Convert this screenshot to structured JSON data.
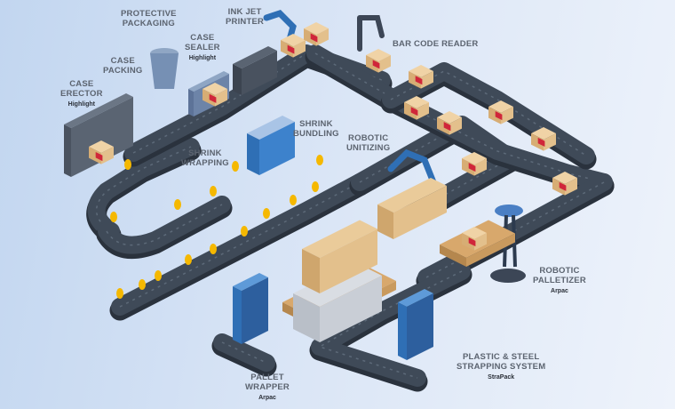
{
  "colors": {
    "conveyor_top": "#3f4a58",
    "conveyor_side": "#2a323d",
    "machine_blue": "#2f6fb5",
    "machine_gray": "#5a6472",
    "carton": "#e3c08c",
    "carton_logo": "#d0263a",
    "product": "#f5b800",
    "pallet": "#d8a86c",
    "label_text": "#5c6470"
  },
  "stations": [
    {
      "id": "protective-packaging",
      "lines": [
        "PROTECTIVE",
        "PACKAGING"
      ],
      "vendor": ""
    },
    {
      "id": "ink-jet-printer",
      "lines": [
        "INK JET",
        "PRINTER"
      ],
      "vendor": ""
    },
    {
      "id": "case-sealer",
      "lines": [
        "CASE",
        "SEALER"
      ],
      "vendor": "Highlight"
    },
    {
      "id": "case-packing",
      "lines": [
        "CASE",
        "PACKING"
      ],
      "vendor": ""
    },
    {
      "id": "case-erector",
      "lines": [
        "CASE",
        "ERECTOR"
      ],
      "vendor": "Highlight"
    },
    {
      "id": "bar-code-reader",
      "lines": [
        "BAR CODE READER"
      ],
      "vendor": ""
    },
    {
      "id": "shrink-bundling",
      "lines": [
        "SHRINK",
        "BUNDLING"
      ],
      "vendor": ""
    },
    {
      "id": "robotic-unitizing",
      "lines": [
        "ROBOTIC",
        "UNITIZING"
      ],
      "vendor": ""
    },
    {
      "id": "shrink-wrapping",
      "lines": [
        "SHRINK",
        "WRAPPING"
      ],
      "vendor": ""
    },
    {
      "id": "robotic-palletizer",
      "lines": [
        "ROBOTIC",
        "PALLETIZER"
      ],
      "vendor": "Arpac"
    },
    {
      "id": "plastic-steel-strapping",
      "lines": [
        "PLASTIC & STEEL",
        "STRAPPING SYSTEM"
      ],
      "vendor": "StraPack"
    },
    {
      "id": "pallet-wrapper",
      "lines": [
        "PALLET",
        "WRAPPER"
      ],
      "vendor": "Arpac"
    }
  ]
}
